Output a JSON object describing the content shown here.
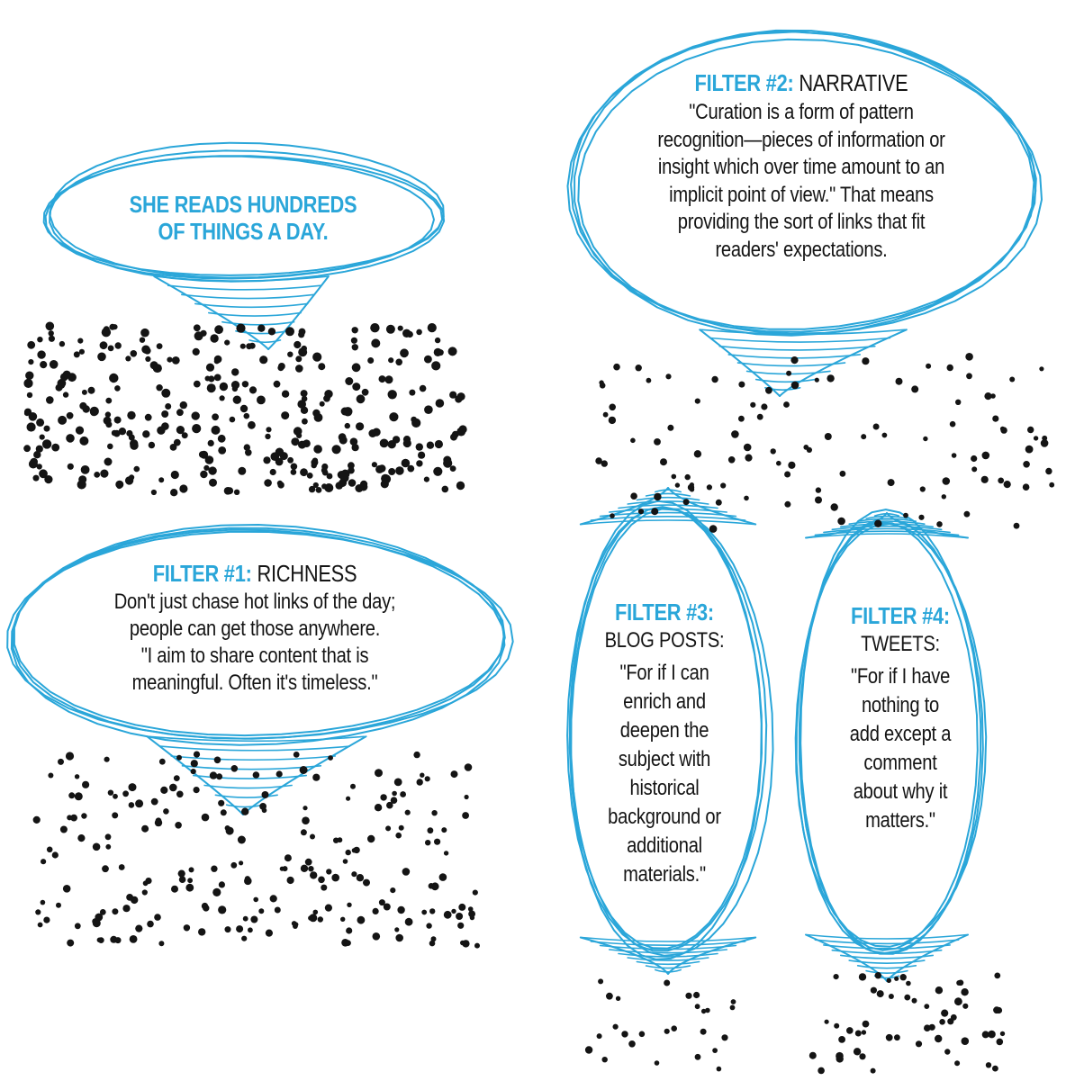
{
  "colors": {
    "accent": "#2aa6d9",
    "ink": "#141414",
    "background": "#ffffff"
  },
  "intro": {
    "lines": [
      "SHE READS HUNDREDS",
      "OF THINGS A DAY."
    ]
  },
  "filter1": {
    "label": "FILTER #1:",
    "title": "RICHNESS",
    "lines": [
      "Don't just chase hot links of the day;",
      "people can get those anywhere.",
      "\"I aim to share content that is",
      "meaningful. Often it's timeless.\""
    ]
  },
  "filter2": {
    "label": "FILTER #2:",
    "title": "NARRATIVE",
    "lines": [
      "\"Curation is a form of pattern",
      "recognition—pieces of information or",
      "insight which over time amount to an",
      "implicit point of view.\" That means",
      "providing the sort of links that fit",
      "readers' expectations."
    ]
  },
  "filter3": {
    "label": "FILTER #3:",
    "title": "BLOG POSTS:",
    "lines": [
      "\"For if I can",
      "enrich and",
      "deepen the",
      "subject with",
      "historical",
      "background or",
      "additional",
      "materials.\""
    ]
  },
  "filter4": {
    "label": "FILTER #4:",
    "title": "TWEETS:",
    "lines": [
      "\"For if I have",
      "nothing to",
      "add except a",
      "comment",
      "about why it",
      "matters.\""
    ]
  }
}
